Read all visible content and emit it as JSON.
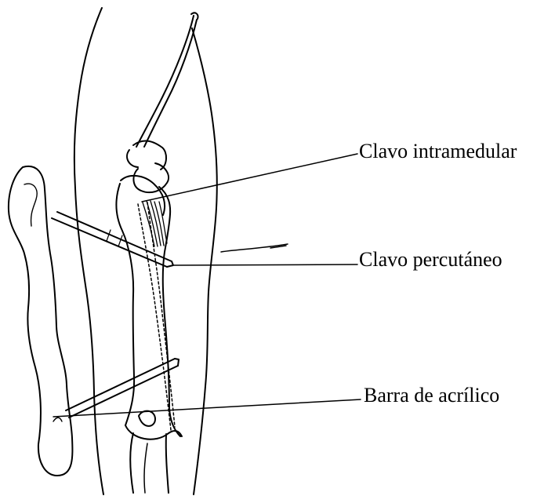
{
  "labels": {
    "intramedullary_pin": "Clavo intramedular",
    "percutaneous_pin": "Clavo percutáneo",
    "acrylic_bar": "Barra de acrílico"
  },
  "colors": {
    "ink": "#000000",
    "background": "#ffffff"
  }
}
